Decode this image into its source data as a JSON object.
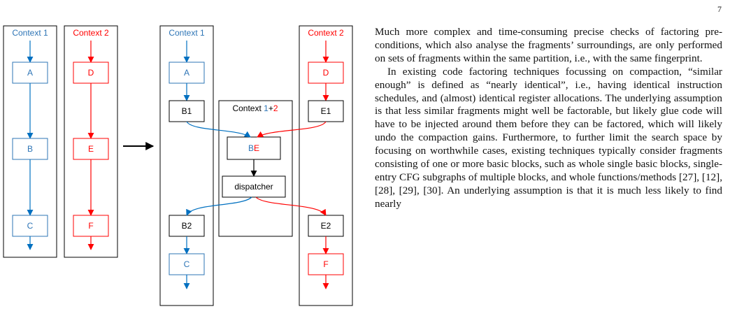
{
  "page": {
    "number": "7"
  },
  "colors": {
    "context1": "#2e75b6",
    "context2": "#ff0000",
    "neutral": "#000000",
    "edge1": "#0070c0",
    "edge2": "#ff0000"
  },
  "figure": {
    "left_diagram": {
      "context1": {
        "title": "Context 1",
        "blocks": [
          "A",
          "B",
          "C"
        ]
      },
      "context2": {
        "title": "Context 2",
        "blocks": [
          "D",
          "E",
          "F"
        ]
      }
    },
    "transform_arrow": "right-arrow",
    "right_diagram": {
      "context1": {
        "title": "Context 1",
        "blocks": [
          "A",
          "B1",
          "B2",
          "C"
        ]
      },
      "context2": {
        "title": "Context 2",
        "blocks": [
          "D",
          "E1",
          "E2",
          "F"
        ]
      },
      "merged": {
        "title_prefix": "Context ",
        "title_part1": "1",
        "title_plus": "+",
        "title_part2": "2",
        "block_part1": "B",
        "block_part2": "E",
        "dispatcher": "dispatcher"
      }
    }
  },
  "text": {
    "paragraph1": "Much more complex and time-consuming precise checks of factoring pre-conditions, which also analyse the fragments’ surroundings, are only performed on sets of fragments within the same partition, i.e., with the same fingerprint.",
    "paragraph2": "In existing code factoring techniques focussing on com­paction, “similar enough” is defined as “nearly identical”, i.e., having identical instruction schedules, and (almost) identical register allocations. The underlying assumption is that less similar fragments might well be factorable, but likely glue code will have to be injected around them before they can be factored, which will likely undo the compaction gains. Furthermore, to further limit the search space by focusing on worthwhile cases, existing techniques typically consider fragments consisting of one or more basic blocks, such as whole single basic blocks, single-entry CFG subgraphs of multiple blocks, and whole func­tions/methods [27], [12], [28], [29], [30]. An underlying assumption is that it is much less likely to find nearly"
  }
}
